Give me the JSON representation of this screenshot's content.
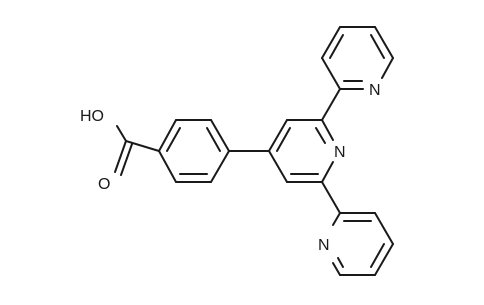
{
  "molecule": {
    "atom_labels": {
      "carboxyl_hydroxyl": "HO",
      "carboxyl_oxygen": "O",
      "central_pyridine_n": "N",
      "upper_pyridine_n": "N",
      "lower_pyridine_n": "N"
    },
    "colors": {
      "bond": "#1a1a1a",
      "background": "#ffffff"
    }
  }
}
